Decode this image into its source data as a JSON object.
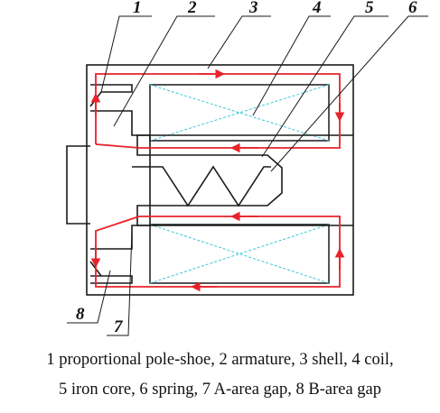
{
  "callouts": {
    "c1": "1",
    "c2": "2",
    "c3": "3",
    "c4": "4",
    "c5": "5",
    "c6": "6",
    "c7": "7",
    "c8": "8"
  },
  "caption": {
    "line1": "1 proportional pole-shoe, 2 armature, 3 shell, 4 coil,",
    "line2": "5 iron core, 6 spring, 7 A-area gap, 8 B-area gap"
  },
  "colors": {
    "structure": "#1a1a1a",
    "flux_path": "#e8232a",
    "coil_winding": "#38c8d8"
  }
}
